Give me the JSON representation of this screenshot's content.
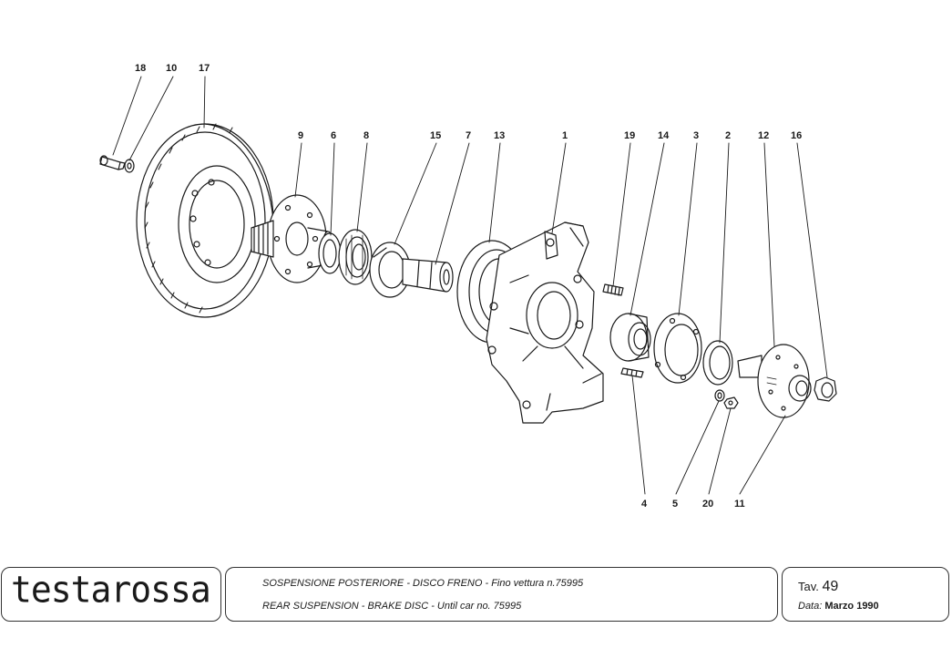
{
  "callouts": {
    "c18": "18",
    "c10": "10",
    "c17": "17",
    "c9": "9",
    "c6": "6",
    "c8": "8",
    "c15": "15",
    "c7": "7",
    "c13": "13",
    "c1": "1",
    "c19": "19",
    "c14": "14",
    "c3": "3",
    "c2": "2",
    "c12": "12",
    "c16": "16",
    "c4": "4",
    "c5": "5",
    "c20": "20",
    "c11": "11"
  },
  "footer": {
    "logo": "testarossa",
    "title_it": "SOSPENSIONE POSTERIORE - DISCO FRENO - Fino vettura n.75995",
    "title_en": "REAR SUSPENSION - BRAKE DISC - Until car no. 75995",
    "plate_label": "Tav.",
    "plate_number": "49",
    "date_label": "Data:",
    "date_value": "Marzo 1990"
  }
}
